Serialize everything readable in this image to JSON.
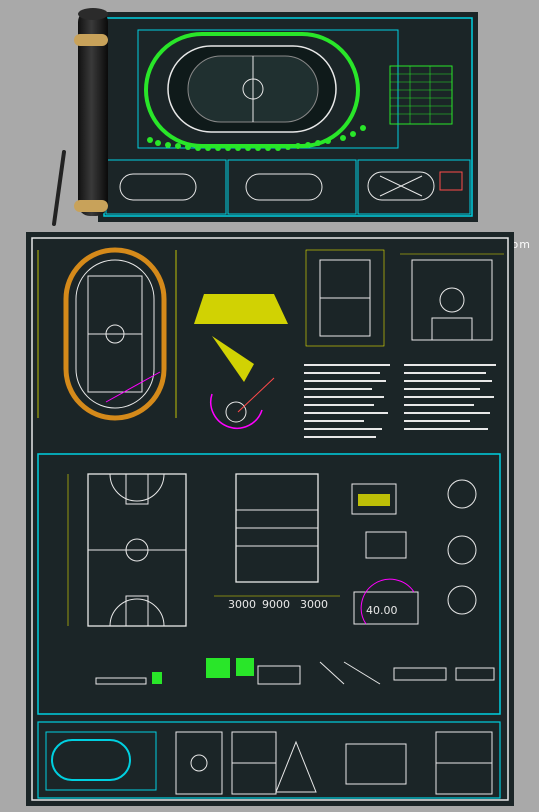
{
  "watermark": "www.ztupic.com",
  "colors": {
    "page_bg": "#a9a9a9",
    "cad_bg": "#1b2527",
    "frame_cyan": "#00d0e0",
    "line_yellow": "#e6e600",
    "line_green": "#29e629",
    "line_white": "#e8e8e8",
    "line_magenta": "#ff00ff",
    "line_red": "#ff4a4a",
    "track_orange": "#d58a1a"
  },
  "icons": {
    "poster_roll": "rolled-poster-icon",
    "pen": "pen-icon"
  },
  "dimension_labels": {
    "court_bottom_a": "3000",
    "court_bottom_b": "9000",
    "court_bottom_c": "3000",
    "radius_label": "40.00"
  }
}
